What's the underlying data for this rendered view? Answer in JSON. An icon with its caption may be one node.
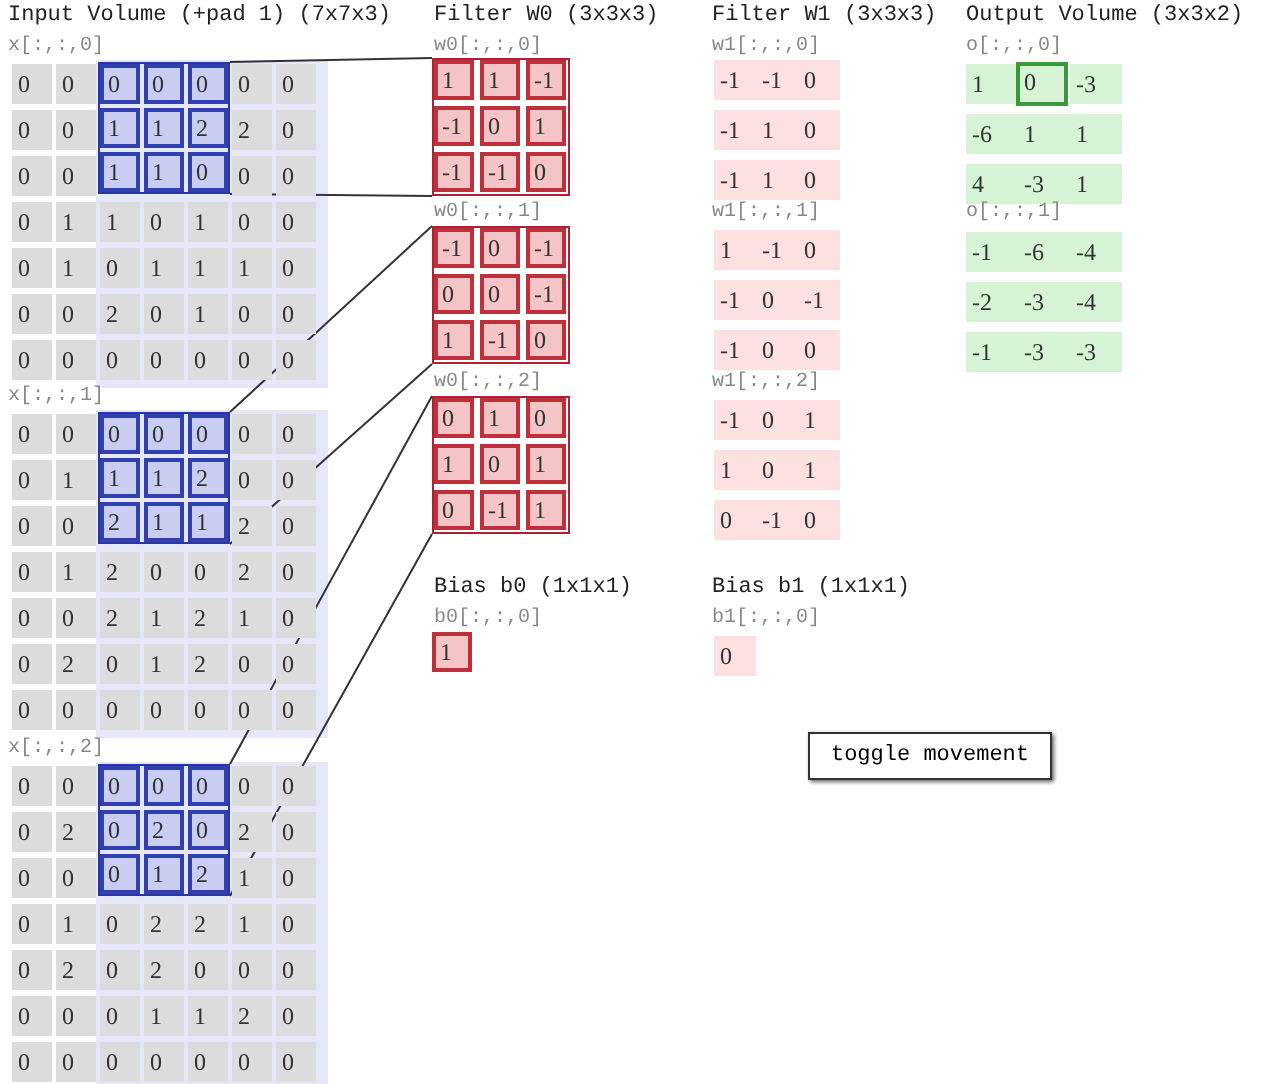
{
  "diagram": {
    "nodes": [
      {
        "text": [
          "0",
          "0",
          "0",
          "1",
          "1",
          "2",
          "1",
          "1",
          "0"
        ]
      },
      {
        "text": [
          "0",
          "0",
          "0",
          "1",
          "1",
          "2",
          "2",
          "1",
          "1"
        ]
      },
      {
        "text": [
          "0",
          "0",
          "0",
          "0",
          "2",
          "0",
          "0",
          "1",
          "2"
        ]
      },
      {
        "text": [
          "1",
          "1",
          "-1",
          "-1",
          "0",
          "1",
          "-1",
          "-1",
          "0"
        ]
      },
      {
        "text": [
          "-1",
          "0",
          "-1",
          "0",
          "0",
          "-1",
          "1",
          "-1",
          "0"
        ]
      },
      {
        "text": [
          "0",
          "1",
          "0",
          "1",
          "0",
          "1",
          "0",
          "-1",
          "1"
        ]
      },
      {
        "text": [
          "1"
        ]
      },
      {
        "text": [
          "0"
        ]
      }
    ],
    "edges": [
      {
        "from": 0,
        "to": 3,
        "arrow": "none"
      },
      {
        "from": 0,
        "to": 3,
        "arrow": "none"
      },
      {
        "from": 1,
        "to": 4,
        "arrow": "none"
      },
      {
        "from": 1,
        "to": 4,
        "arrow": "none"
      },
      {
        "from": 2,
        "to": 5,
        "arrow": "none"
      },
      {
        "from": 2,
        "to": 5,
        "arrow": "none"
      }
    ],
    "labels": [
      "Input Volume (+pad 1) (7x7x3)",
      "x[:,:,0]",
      "0",
      "0",
      "0",
      "0",
      "0",
      "0",
      "2",
      "0",
      "0",
      "0",
      "0",
      "0",
      "0",
      "1",
      "1",
      "0",
      "1",
      "0",
      "0",
      "0",
      "1",
      "0",
      "1",
      "1",
      "1",
      "0",
      "0",
      "0",
      "2",
      "0",
      "1",
      "0",
      "0",
      "0",
      "0",
      "0",
      "0",
      "0",
      "0",
      "0",
      "x[:,:,1]",
      "0",
      "0",
      "0",
      "0",
      "0",
      "1",
      "0",
      "0",
      "0",
      "0",
      "2",
      "0",
      "0",
      "1",
      "2",
      "0",
      "0",
      "2",
      "0",
      "0",
      "0",
      "2",
      "1",
      "2",
      "1",
      "0",
      "0",
      "2",
      "0",
      "1",
      "2",
      "0",
      "0",
      "0",
      "0",
      "0",
      "0",
      "0",
      "0",
      "0",
      "x[:,:,2]",
      "0",
      "0",
      "0",
      "0",
      "0",
      "2",
      "2",
      "0",
      "0",
      "0",
      "1",
      "0",
      "0",
      "1",
      "0",
      "2",
      "2",
      "1",
      "0",
      "0",
      "2",
      "0",
      "2",
      "0",
      "0",
      "0",
      "0",
      "0",
      "0",
      "1",
      "1",
      "2",
      "0",
      "0",
      "0",
      "0",
      "0",
      "0",
      "0",
      "0",
      "Filter W0 (3x3x3)",
      "w0[:,:,0]",
      "w0[:,:,1]",
      "w0[:,:,2]",
      "Bias b0 (1x1x1)",
      "b0[:,:,0]",
      "Filter W1 (3x3x3)",
      "w1[:,:,0]",
      "-1",
      "-1",
      "0",
      "-1",
      "1",
      "0",
      "-1",
      "1",
      "0",
      "w1[:,:,1]",
      "1",
      "-1",
      "0",
      "-1",
      "0",
      "-1",
      "-1",
      "0",
      "0",
      "w1[:,:,2]",
      "-1",
      "0",
      "1",
      "1",
      "0",
      "1",
      "0",
      "-1",
      "0",
      "Bias b1 (1x1x1)",
      "b1[:,:,0]",
      "0",
      "Output Volume (3x3x2)",
      "o[:,:,0]",
      "1",
      "-3",
      "-6",
      "1",
      "1",
      "4",
      "-3",
      "1",
      "o[:,:,1]",
      "-1",
      "-6",
      "-4",
      "-2",
      "-3",
      "-4",
      "-1",
      "-3",
      "-3",
      "toggle movement"
    ]
  }
}
